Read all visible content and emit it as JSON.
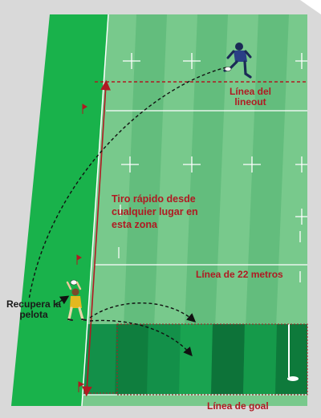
{
  "labels": {
    "lineout_line1": "Línea del",
    "lineout_line2": "lineout",
    "quick_throw_line1": "Tiro rápido desde",
    "quick_throw_line2": "cualquier lugar en",
    "quick_throw_line3": "esta zona",
    "twenty_two": "Línea de 22 metros",
    "recover_line1": "Recupera la",
    "recover_line2": "pelota",
    "goal_line": "Línea de goal"
  },
  "colors": {
    "panel": "#d9d9d9",
    "touch_zone": "#19b24b",
    "field_light": "#78c98c",
    "field_stripe": "#62bd7c",
    "in_goal_dark": "#107a3c",
    "in_goal_light": "#1a9a4c",
    "accent_red": "#b01a22"
  },
  "icons": {
    "kicker": "rugby-kicker-icon",
    "catcher": "rugby-catcher-icon",
    "flag": "corner-flag-icon",
    "goal_post": "goal-post-icon"
  }
}
